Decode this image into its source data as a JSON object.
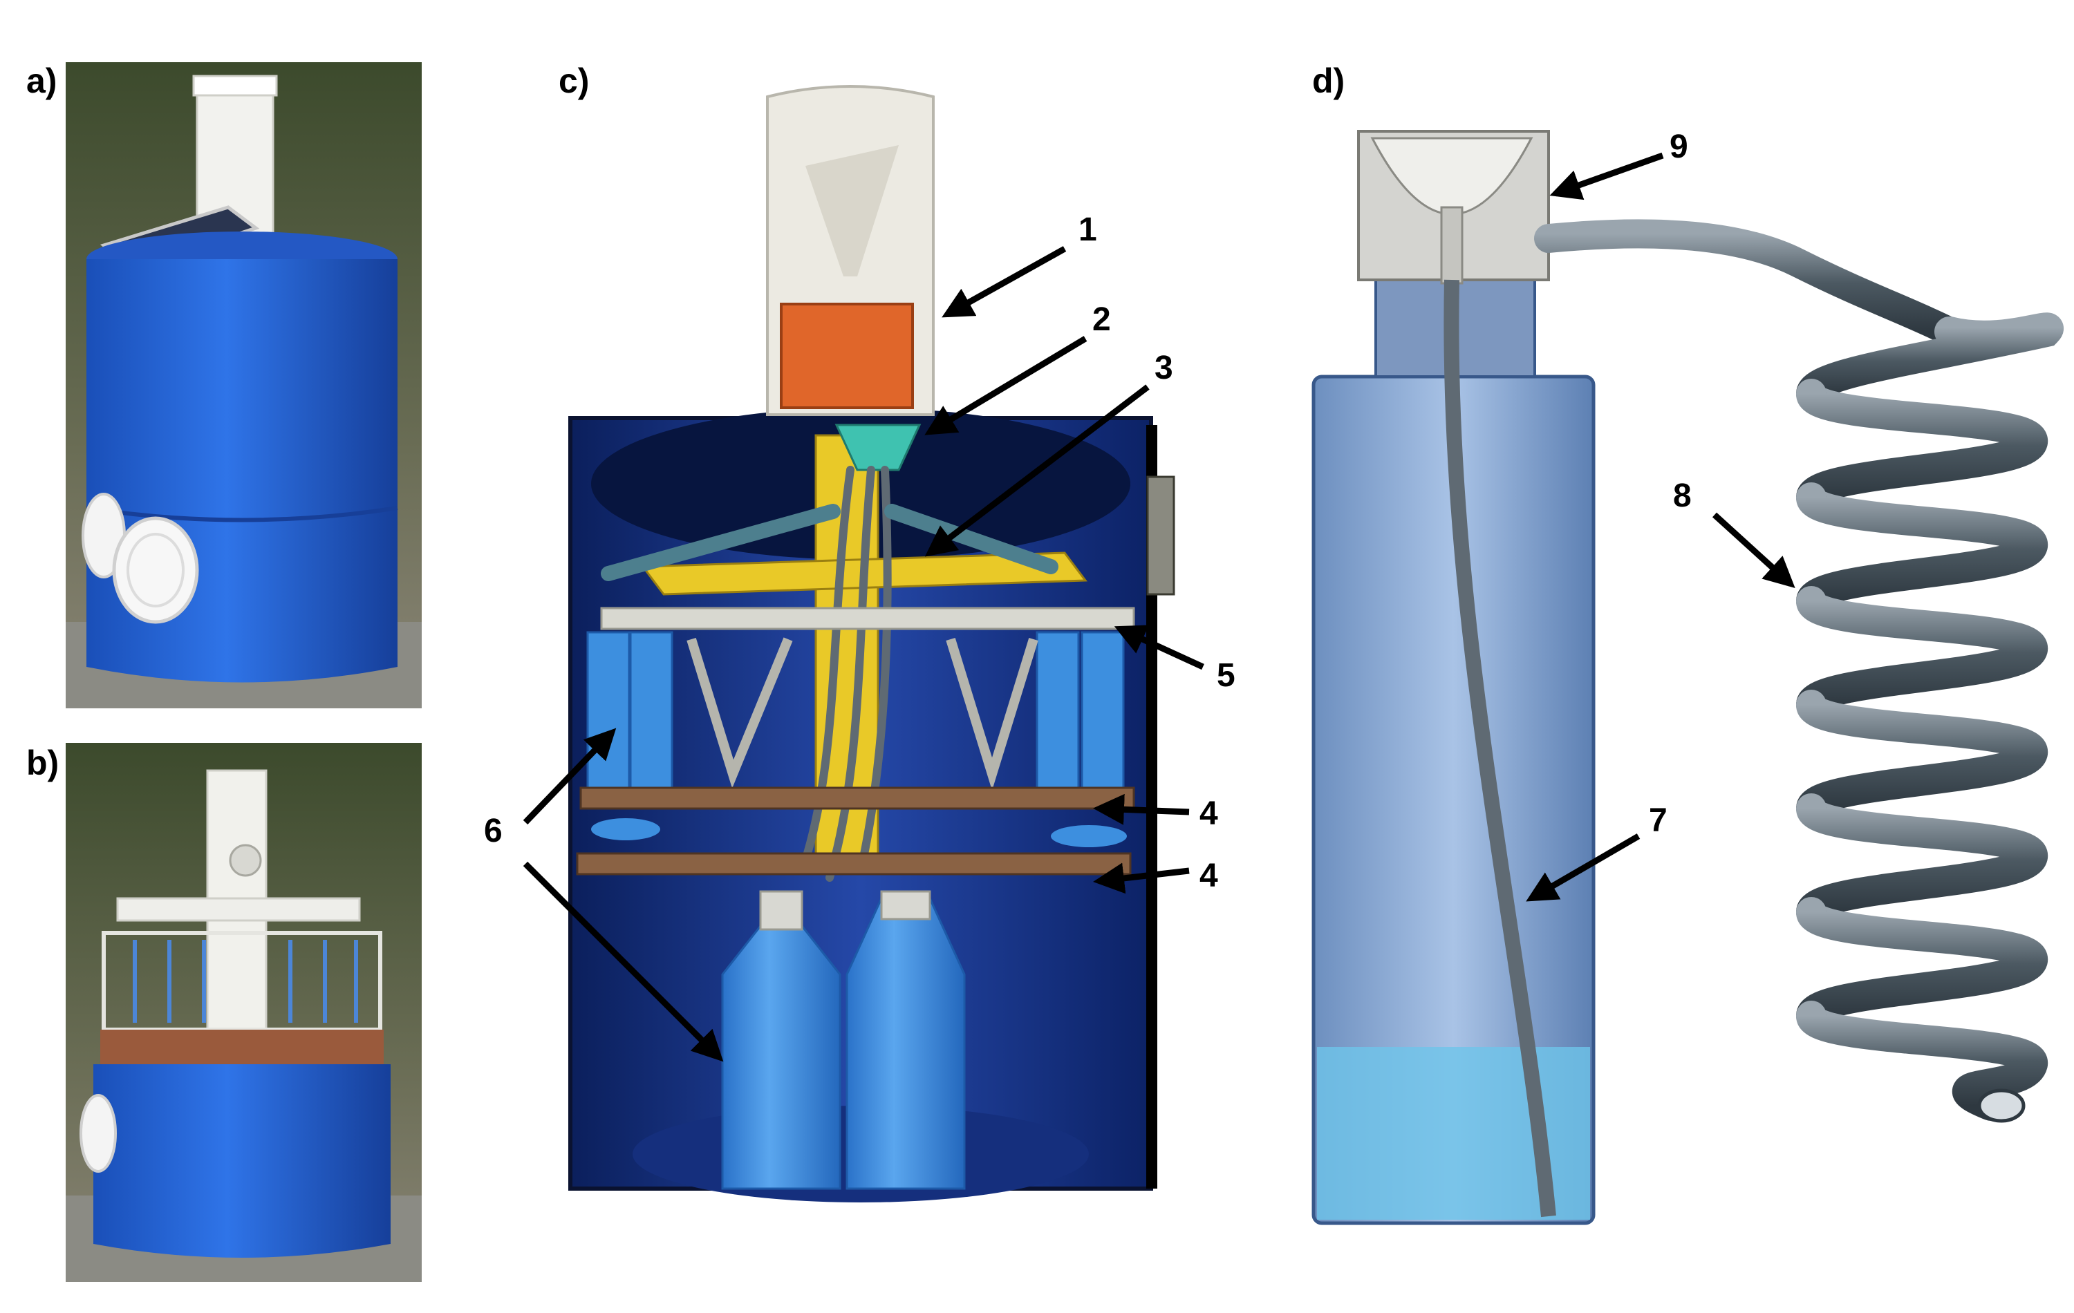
{
  "panels": [
    {
      "id": "a",
      "label": "a)"
    },
    {
      "id": "b",
      "label": "b)"
    },
    {
      "id": "c",
      "label": "c)"
    },
    {
      "id": "d",
      "label": "d)"
    }
  ],
  "callouts": {
    "n1": "1",
    "n2": "2",
    "n3": "3",
    "n4": "4",
    "n5": "5",
    "n6": "6",
    "n7": "7",
    "n8": "8",
    "n9": "9"
  },
  "colors": {
    "barrel_blue": "#1f5fd6",
    "water_blue": "#6ec4ea",
    "bottle_blue": "#3d8fdf",
    "funnel_orange": "#e0662a",
    "yellow_frame": "#e9c928",
    "wood_tray": "#8a6244",
    "teal_manifold": "#3fc2b0",
    "tube_gray": "#5f6a73",
    "vegetation": "#4a5a36"
  }
}
